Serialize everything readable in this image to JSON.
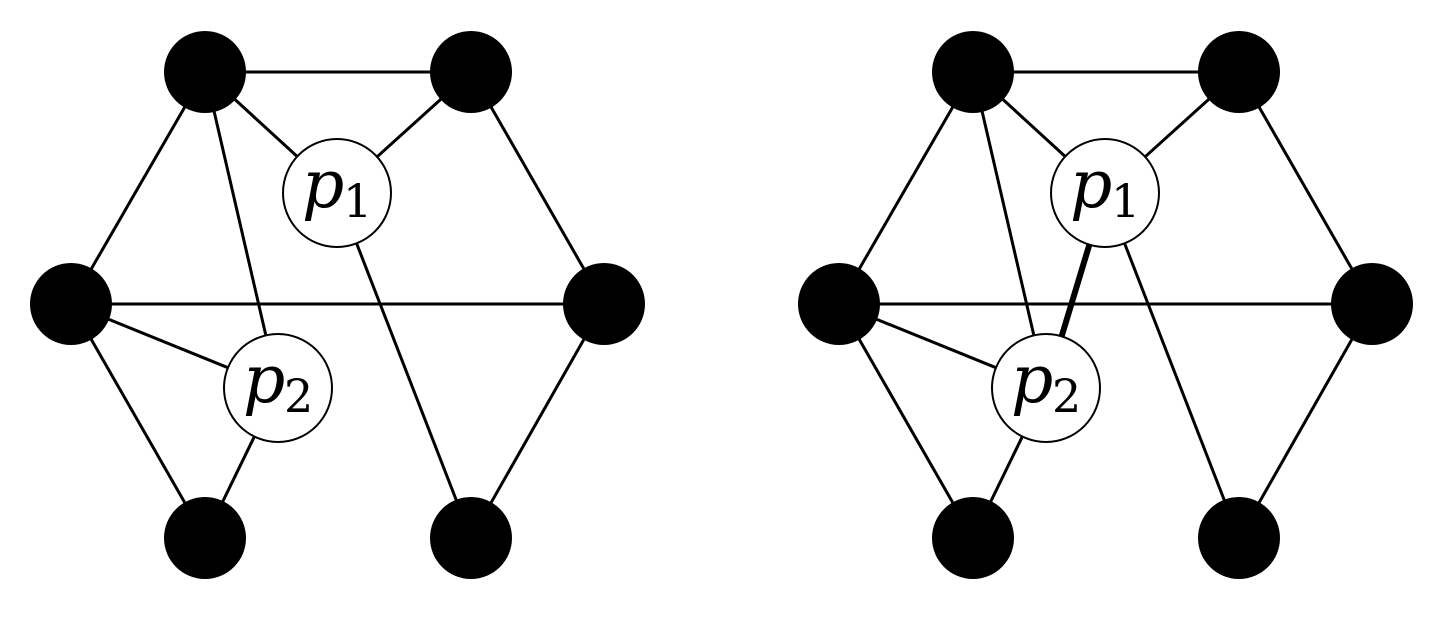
{
  "diagram": {
    "graphs": [
      {
        "id": "left",
        "special_nodes": [
          {
            "id": "p1",
            "letter": "p",
            "sub": "1"
          },
          {
            "id": "p2",
            "letter": "p",
            "sub": "2"
          }
        ],
        "edges": [
          [
            "v_top_left",
            "v_top_right"
          ],
          [
            "v_top_left",
            "v_left"
          ],
          [
            "v_top_left",
            "p1"
          ],
          [
            "v_top_left",
            "p2"
          ],
          [
            "v_top_right",
            "p1"
          ],
          [
            "v_top_right",
            "v_right"
          ],
          [
            "v_left",
            "v_right"
          ],
          [
            "v_left",
            "p2"
          ],
          [
            "v_left",
            "v_bottom_left"
          ],
          [
            "p2",
            "v_bottom_left"
          ],
          [
            "p1",
            "v_bottom_right"
          ],
          [
            "v_right",
            "v_bottom_right"
          ]
        ],
        "bold_edges": []
      },
      {
        "id": "right",
        "special_nodes": [
          {
            "id": "p1",
            "letter": "p",
            "sub": "1"
          },
          {
            "id": "p2",
            "letter": "p",
            "sub": "2"
          }
        ],
        "edges": [
          [
            "v_top_left",
            "v_top_right"
          ],
          [
            "v_top_left",
            "v_left"
          ],
          [
            "v_top_left",
            "p1"
          ],
          [
            "v_top_left",
            "p2"
          ],
          [
            "v_top_right",
            "p1"
          ],
          [
            "v_top_right",
            "v_right"
          ],
          [
            "v_left",
            "v_right"
          ],
          [
            "v_left",
            "p2"
          ],
          [
            "v_left",
            "v_bottom_left"
          ],
          [
            "p2",
            "v_bottom_left"
          ],
          [
            "p1",
            "v_bottom_right"
          ],
          [
            "v_right",
            "v_bottom_right"
          ]
        ],
        "bold_edges": [
          [
            "p1",
            "p2"
          ]
        ]
      }
    ]
  }
}
